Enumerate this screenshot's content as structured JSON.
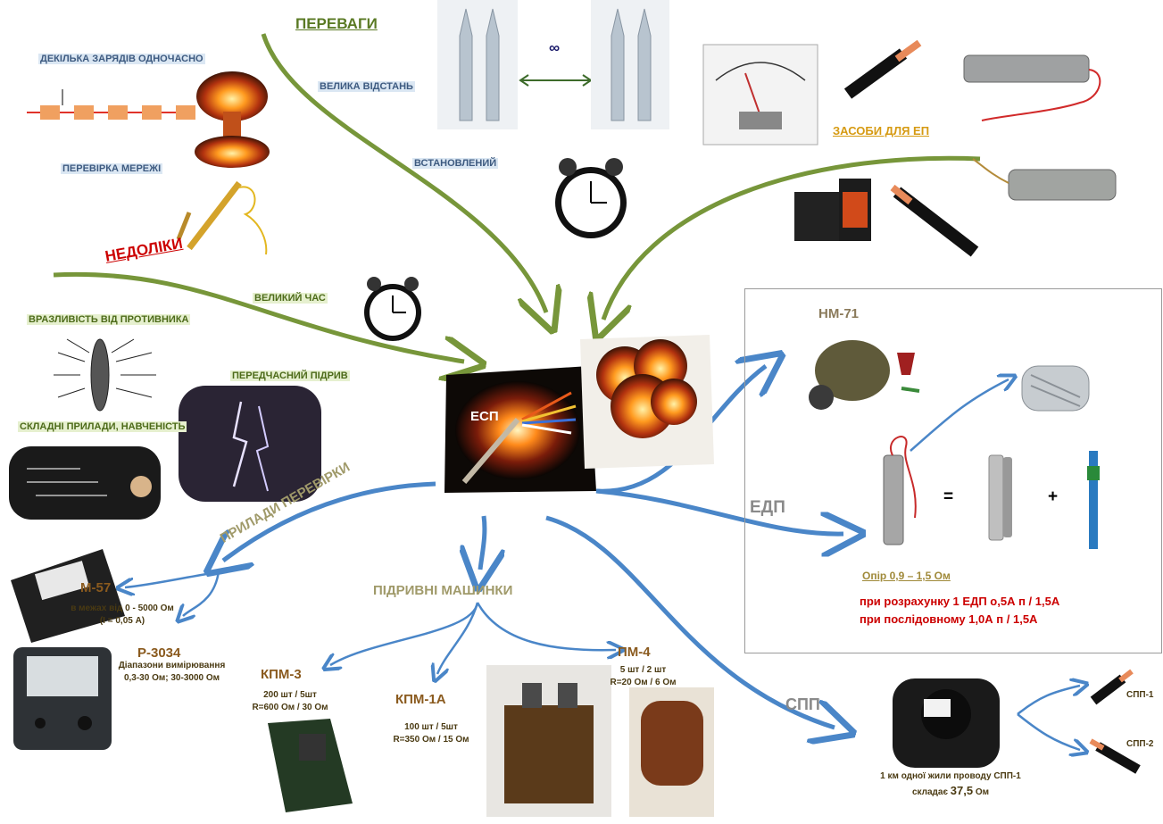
{
  "center": {
    "label": "ЕСП"
  },
  "advantages": {
    "title": "ПЕРЕВАГИ",
    "items": [
      "ДЕКІЛЬКА ЗАРЯДІВ ОДНОЧАСНО",
      "ВЕЛИКА ВІДСТАНЬ",
      "ПЕРЕВІРКА МЕРЕЖІ",
      "ВСТАНОВЛЕНИЙ"
    ],
    "infinity": "∞"
  },
  "disadvantages": {
    "title": "НЕДОЛІКИ",
    "items": [
      "ВЕЛИКИЙ ЧАС",
      "ВРАЗЛИВІСТЬ ВІД ПРОТИВНИКА",
      "ПЕРЕДЧАСНИЙ ПІДРИВ",
      "СКЛАДНІ ПРИЛАДИ, НАВЧЕНІСТЬ"
    ]
  },
  "means": {
    "title": "ЗАСОБИ ДЛЯ ЕП"
  },
  "test_devices": {
    "title": "ПРИЛАДИ ПЕРЕВІРКИ",
    "m57": {
      "name": "М-57",
      "line1": "в межах від 0 - 5000 Ом",
      "line2": "(I = 0,05 А)"
    },
    "r3034": {
      "name": "Р-3034",
      "line1": "Діапазони вимірювання",
      "line2": "0,3-30 Ом; 30-3000 Ом"
    }
  },
  "blasting_machines": {
    "title": "ПІДРИВНІ МАШИНКИ",
    "kpm3": {
      "name": "КПМ-3",
      "line1": "200 шт / 5шт",
      "line2": "R=600 Ом / 30 Ом"
    },
    "kpm1a": {
      "name": "КПМ-1А",
      "line1": "100 шт / 5шт",
      "line2": "R=350 Ом / 15 Ом"
    },
    "pm4": {
      "name": "ПМ-4",
      "line1": "5 шт / 2 шт",
      "line2": "R=20 Ом / 6 Ом"
    }
  },
  "edp": {
    "hm71": "НМ-71",
    "label": "ЕДП",
    "equals": "=",
    "plus": "+",
    "resistance": "Опір 0,9 – 1,5 Ом",
    "calc1": "при розрахунку  1 ЕДП о,5А п / 1,5А",
    "calc2": "при послідовному     1,0А п / 1,5А"
  },
  "spp": {
    "label": "СПП",
    "spp1": "СПП-1",
    "spp2": "СПП-2",
    "note1": "1 км одної жили проводу СПП-1",
    "note2_prefix": "складає ",
    "note2_value": "37,5",
    "note2_unit": " Ом"
  },
  "colors": {
    "green_arrow": "#77963a",
    "blue_arrow": "#4a86c8",
    "red_title": "#cc0000",
    "brown_text": "#8a5a1e"
  }
}
